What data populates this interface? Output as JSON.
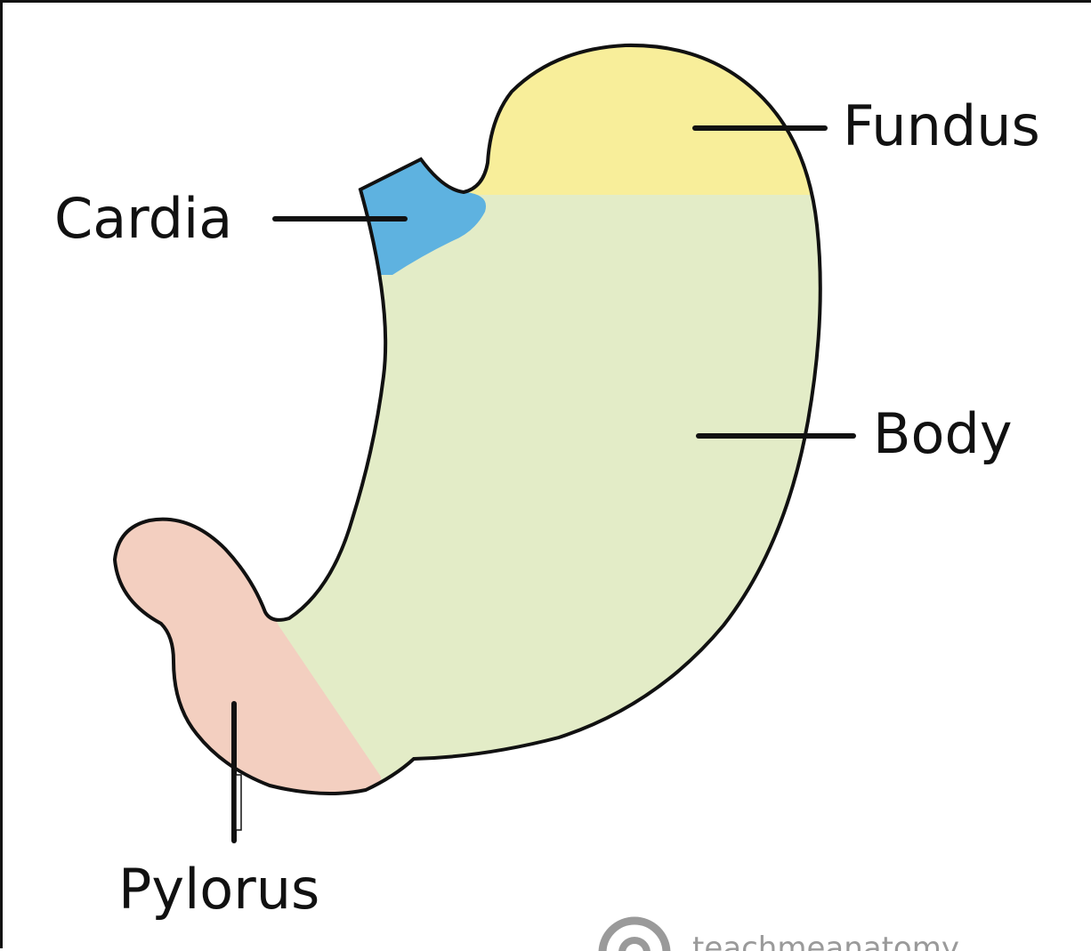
{
  "labels": {
    "fundus": "Fundus",
    "cardia": "Cardia",
    "body": "Body",
    "pylorus": "Pylorus"
  },
  "watermark": {
    "text": "teachmeanatomy",
    "icon": "copyright-logo-icon"
  },
  "colors": {
    "fundus": "#f8ee9a",
    "body": "#e3ecc7",
    "cardia": "#5eb2e0",
    "pylorus": "#f3cfc0",
    "outline": "#111111"
  }
}
